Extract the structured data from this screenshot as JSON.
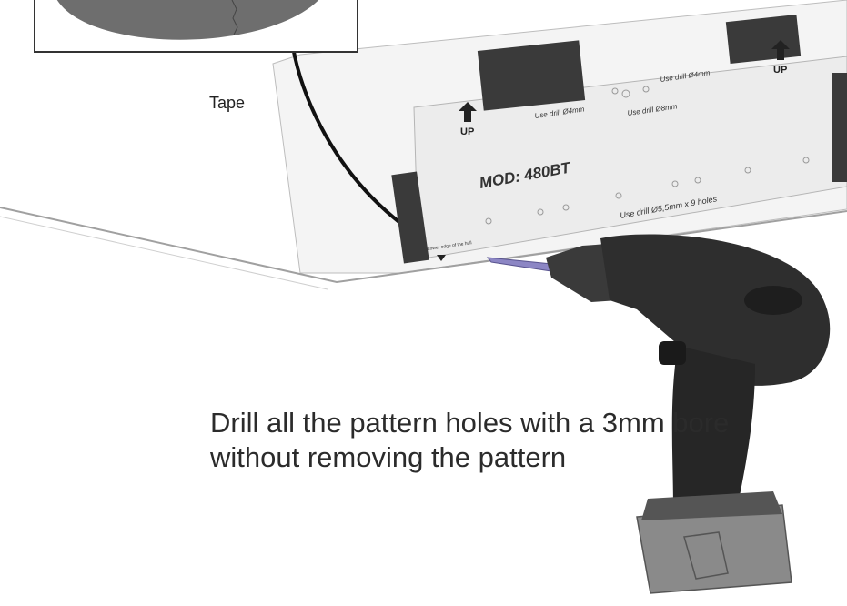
{
  "caption": "Tape",
  "instruction": {
    "line1": "Drill all the pattern holes with a 3mm bore",
    "line2": "without removing the pattern"
  },
  "pattern": {
    "model": "MOD: 480BT",
    "up_left": "UP",
    "up_right": "UP",
    "drill_4mm_left": "Use drill Ø4mm",
    "drill_4mm_right": "Use drill Ø4mm",
    "drill_8mm": "Use drill Ø8mm",
    "drill_55mm": "Use drill Ø5,5mm x 9 holes",
    "lower_edge": "Lower edge of the hull"
  },
  "colors": {
    "tape": "#3a3a3a",
    "drill_body": "#2e2e2e",
    "drill_battery": "#8a8a8a",
    "bit": "#8c86c4"
  }
}
